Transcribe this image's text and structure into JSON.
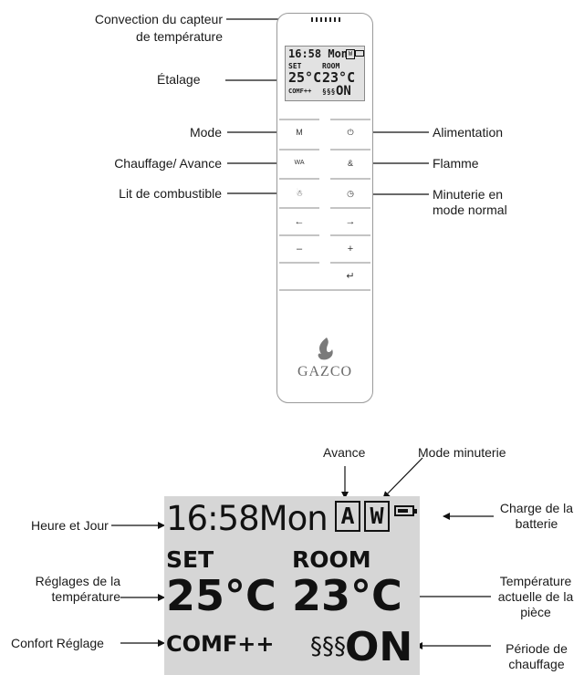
{
  "labels": {
    "sensor": "Convection du capteur",
    "sensor2": "de température",
    "display": "Étalage",
    "mode": "Mode",
    "heat_adv": "Chauffage/ Avance",
    "fuel_bed": "Lit de combustible",
    "power": "Alimentation",
    "flame": "Flamme",
    "timer1": "Minuterie en",
    "timer2": "mode normal",
    "advance": "Avance",
    "timer_mode": "Mode minuterie",
    "battery1": "Charge de la",
    "battery2": "batterie",
    "time_day": "Heure et Jour",
    "settings1": "Réglages de la",
    "settings2": "température",
    "room1": "Température",
    "room2": "actuelle de la",
    "room3": "pièce",
    "comfort": "Confort Réglage",
    "heat1": "Période de",
    "heat2": "chauffage"
  },
  "lcd": {
    "time": "16:58",
    "day": "Mon",
    "adv_char": "A",
    "timer_char": "W",
    "set": "SET",
    "room": "ROOM",
    "set_temp": "25°C",
    "room_temp": "23°C",
    "comfort": "COMF++",
    "heat_icon": "§§§",
    "on": "ON"
  },
  "remote": {
    "mode_btn": "M",
    "heat_btn": "WA",
    "fuel_btn": "☃",
    "power_btn": "⏻",
    "flame_btn": "&",
    "timer_btn": "◷",
    "left_btn": "←",
    "right_btn": "→",
    "minus_btn": "–",
    "plus_btn": "+",
    "enter_btn": "↵",
    "brand": "GAZCO"
  }
}
